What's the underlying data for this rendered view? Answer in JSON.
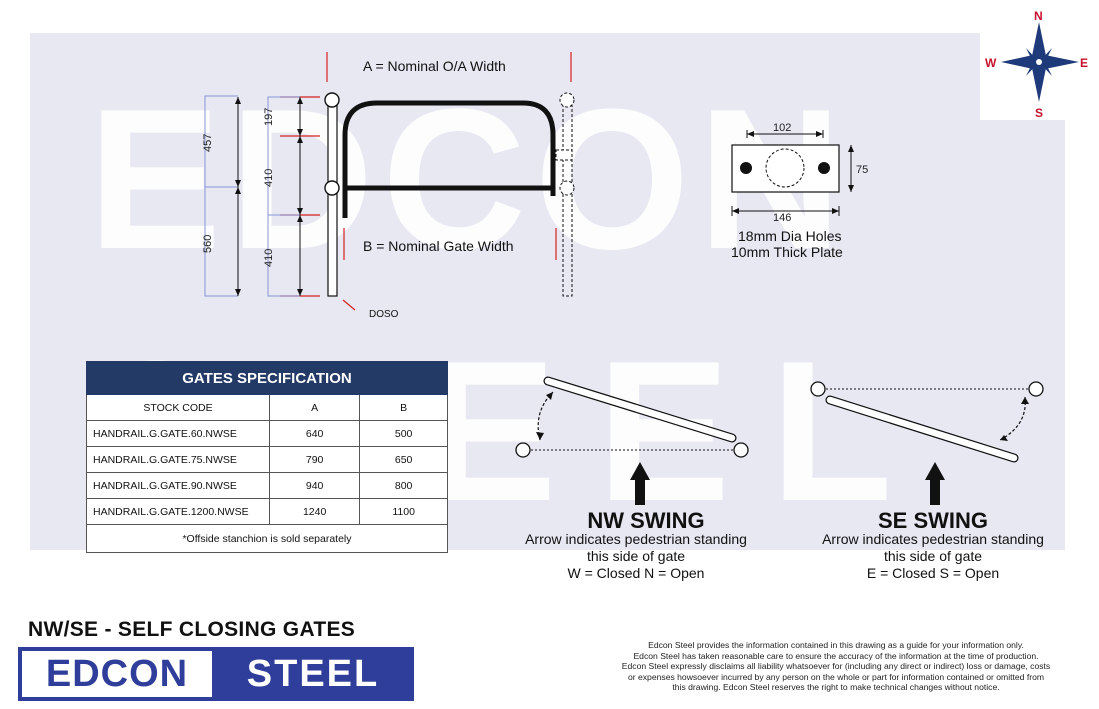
{
  "watermark": {
    "line1": "EDCON",
    "line2": "STEEL"
  },
  "compass": {
    "n": "N",
    "s": "S",
    "e": "E",
    "w": "W",
    "color": "#1f3a7a",
    "label_color": "#c8102e"
  },
  "elevation": {
    "width_a_label": "A = Nominal O/A Width",
    "width_b_label": "B = Nominal Gate Width",
    "doso_label": "DOSO",
    "dims_left": {
      "upper": "457",
      "lower": "560"
    },
    "dims_right": {
      "top": "197",
      "mid": "410",
      "bottom": "410"
    }
  },
  "plate": {
    "width_top": "102",
    "width_bottom": "146",
    "height": "75",
    "note_line1": "18mm Dia Holes",
    "note_line2": "10mm Thick Plate"
  },
  "spec_table": {
    "title": "GATES SPECIFICATION",
    "headers": [
      "STOCK CODE",
      "A",
      "B"
    ],
    "rows": [
      [
        "HANDRAIL.G.GATE.60.NWSE",
        "640",
        "500"
      ],
      [
        "HANDRAIL.G.GATE.75.NWSE",
        "790",
        "650"
      ],
      [
        "HANDRAIL.G.GATE.90.NWSE",
        "940",
        "800"
      ],
      [
        "HANDRAIL.G.GATE.1200.NWSE",
        "1240",
        "1100"
      ]
    ],
    "note": "*Offside stanchion is sold separately",
    "header_color": "#233a66"
  },
  "nw_swing": {
    "title": "NW SWING",
    "desc_line1": "Arrow indicates pedestrian standing",
    "desc_line2": "this side of gate",
    "desc_line3": "W = Closed N = Open"
  },
  "se_swing": {
    "title": "SE SWING",
    "desc_line1": "Arrow indicates pedestrian standing",
    "desc_line2": "this side of gate",
    "desc_line3": "E = Closed S = Open"
  },
  "footer": {
    "title": "NW/SE - SELF CLOSING GATES",
    "logo_left": "EDCON",
    "logo_right": "STEEL",
    "brand_color": "#2f3e9a",
    "disclaimer": [
      "Edcon Steel provides the information contained in this drawing as a guide for your information only.",
      "Edcon Steel has taken reasonable care to ensure the accuracy of the information at the time of production.",
      "Edcon Steel expressly disclaims all liability whatsoever for (including any direct or indirect) loss or damage, costs",
      "or expenses  howsoever incurred by any person on the whole or part for information contained or omitted from",
      "this drawing. Edcon Steel reserves the right to make technical changes without notice."
    ]
  }
}
